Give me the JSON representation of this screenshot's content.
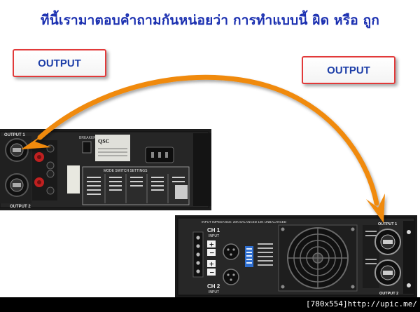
{
  "title": "ทีนี้เรามาตอบคำถามกันหน่อยว่า การทำแบบนี้ ผิด หรือ ถูก",
  "labels": {
    "left": "OUTPUT",
    "right": "OUTPUT"
  },
  "amp_left": {
    "brand": "QSC",
    "output1": "OUTPUT 1",
    "output2": "OUTPUT 2",
    "breaker": "BREAKER",
    "settings": "MODE SWITCH SETTINGS"
  },
  "amp_right": {
    "impedance": "INPUT IMPEDANCE: 20K BALANCED 10K UNBALANCED",
    "ch1": "CH 1",
    "ch1_sub": "INPUT",
    "ch2": "CH 2",
    "ch2_sub": "INPUT",
    "output1": "OUTPUT 1",
    "output2": "OUTPUT 2"
  },
  "footer": "[780x554]http://upic.me/",
  "colors": {
    "title": "#1a2fb0",
    "label_border": "#e23a3a",
    "label_text": "#1e3fa8",
    "arrow": "#f08a10"
  }
}
